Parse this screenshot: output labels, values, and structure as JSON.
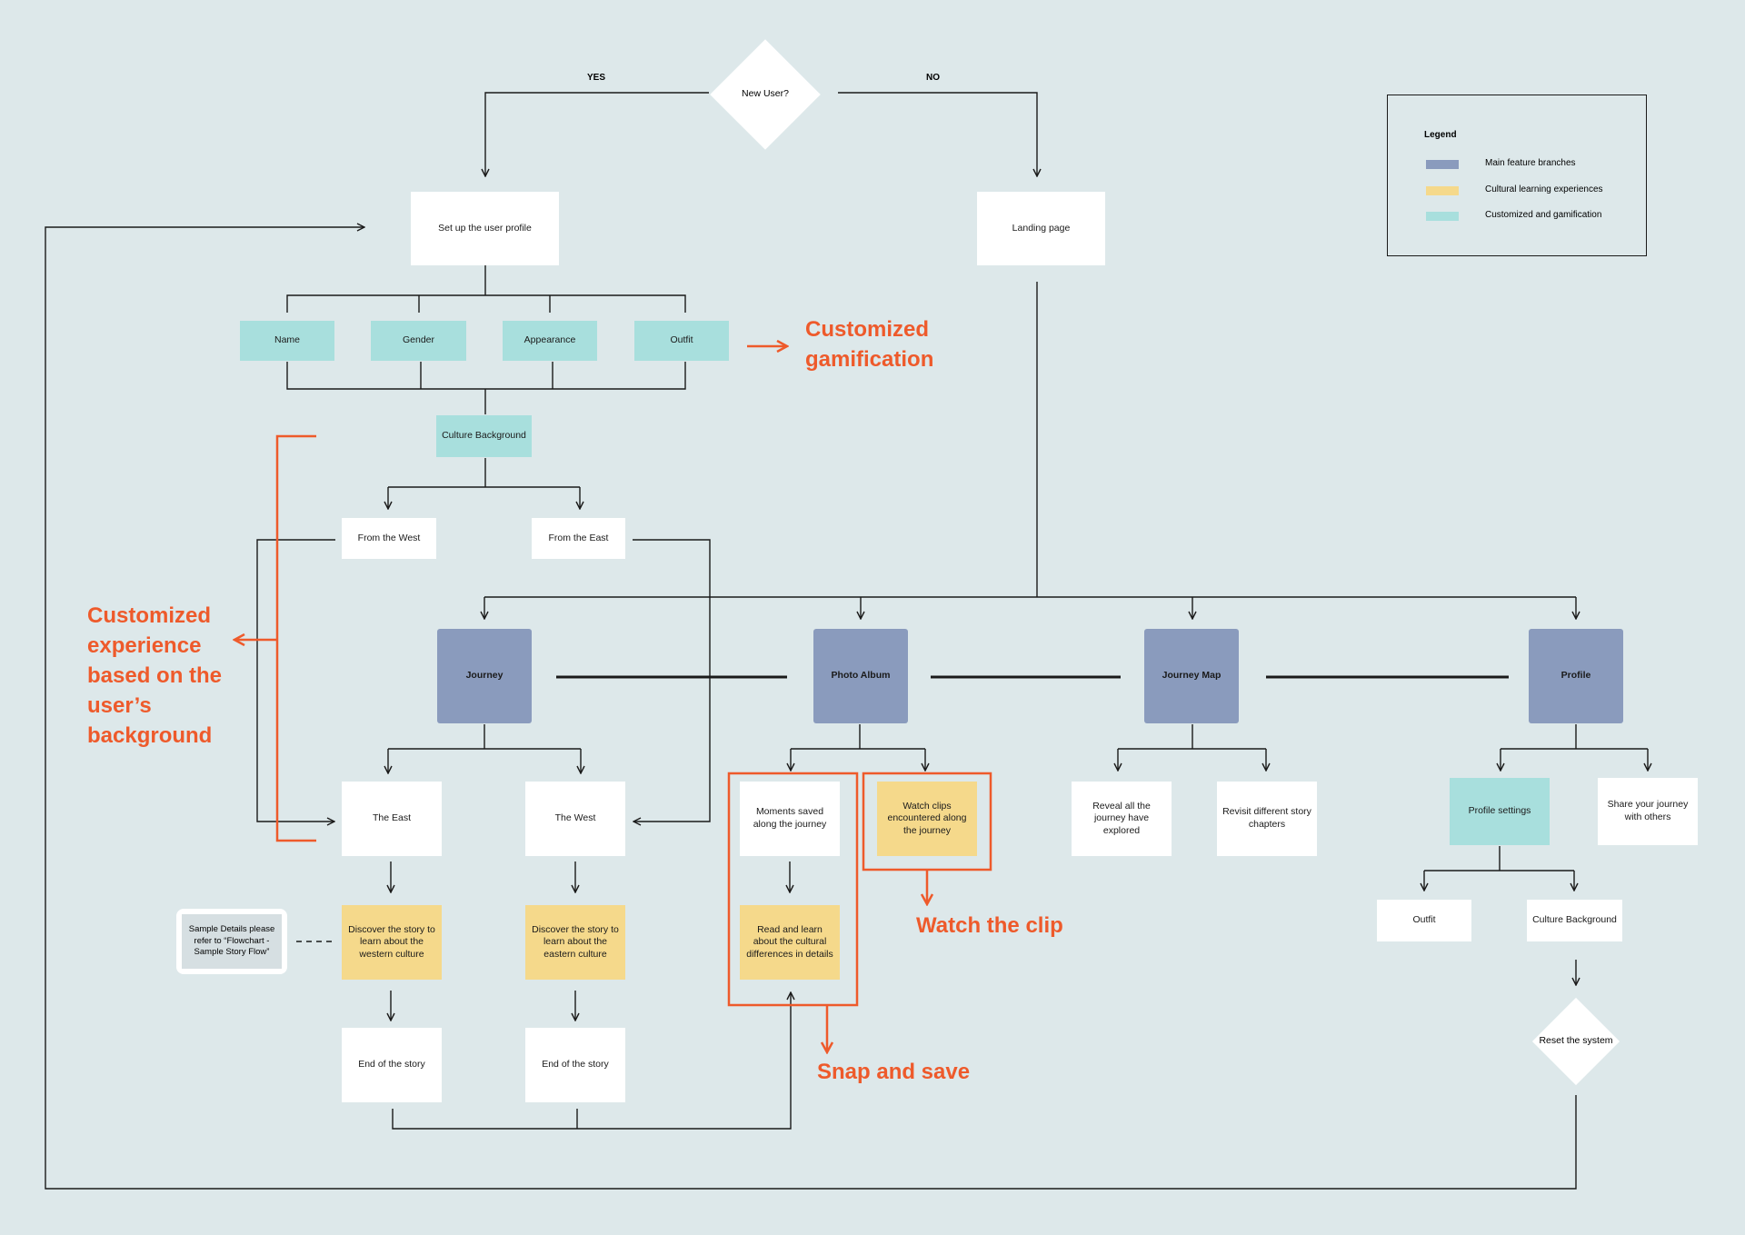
{
  "decision": {
    "text": "New User?",
    "yes": "YES",
    "no": "NO"
  },
  "nodes": {
    "setup": "Set up the user profile",
    "landing": "Landing page",
    "name": "Name",
    "gender": "Gender",
    "appearance": "Appearance",
    "outfit": "Outfit",
    "culture_bg": "Culture Background",
    "from_west": "From the West",
    "from_east": "From the East",
    "journey": "Journey",
    "photo_album": "Photo Album",
    "journey_map": "Journey Map",
    "profile": "Profile",
    "the_east": "The East",
    "the_west": "The West",
    "moments": "Moments saved along the journey",
    "watch_clips": "Watch clips encountered along the journey",
    "reveal": "Reveal all the journey have explored",
    "revisit": "Revisit different story chapters",
    "profile_settings": "Profile settings",
    "share": "Share your journey with others",
    "discover_west": "Discover the story to learn about the western culture",
    "discover_east": "Discover the story to learn about the eastern culture",
    "read_learn": "Read and learn about the cultural differences in details",
    "end_story_1": "End of the story",
    "end_story_2": "End of the story",
    "outfit2": "Outfit",
    "culture_bg2": "Culture Background",
    "reset": "Reset the system"
  },
  "note": "Sample Details please refer to “Flowchart - Sample Story Flow”",
  "legend": {
    "title": "Legend",
    "items": [
      {
        "label": "Main feature branches",
        "color": "#8a9bbd"
      },
      {
        "label": "Cultural learning experiences",
        "color": "#f5d98b"
      },
      {
        "label": "Customized and gamification",
        "color": "#a8dfdd"
      }
    ]
  },
  "annotations": {
    "gamification": "Customized gamification",
    "experience": "Customized experience based on the user’s background",
    "watch": "Watch the clip",
    "snap": "Snap and save"
  },
  "colors": {
    "accent": "#ee5a2b",
    "main": "#8a9bbd",
    "cultural": "#f5d98b",
    "custom": "#a8dfdd",
    "background": "#dde8ea"
  }
}
